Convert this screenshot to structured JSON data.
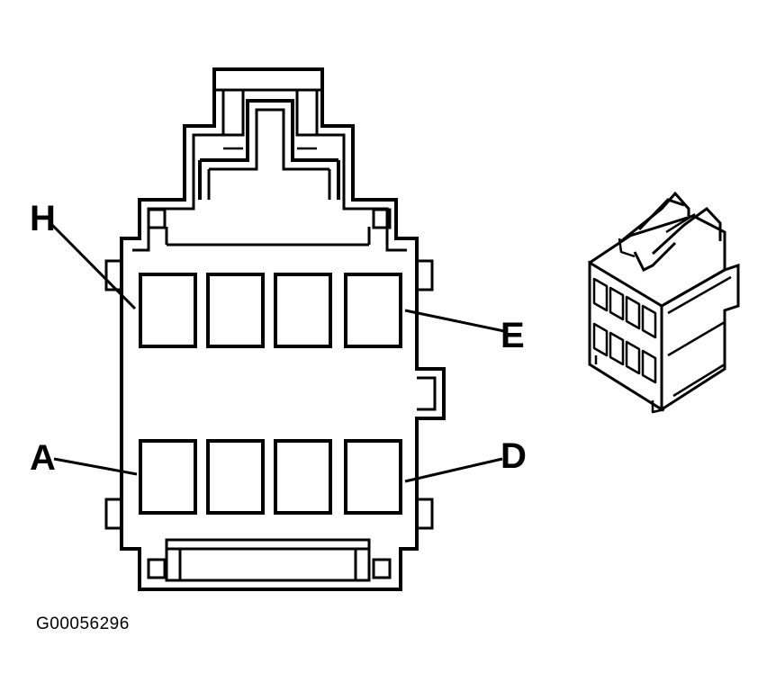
{
  "labels": {
    "top_left": "H",
    "top_right": "E",
    "bottom_left": "A",
    "bottom_right": "D"
  },
  "caption": "G00056296",
  "colors": {
    "line": "#000000",
    "background": "#ffffff"
  }
}
